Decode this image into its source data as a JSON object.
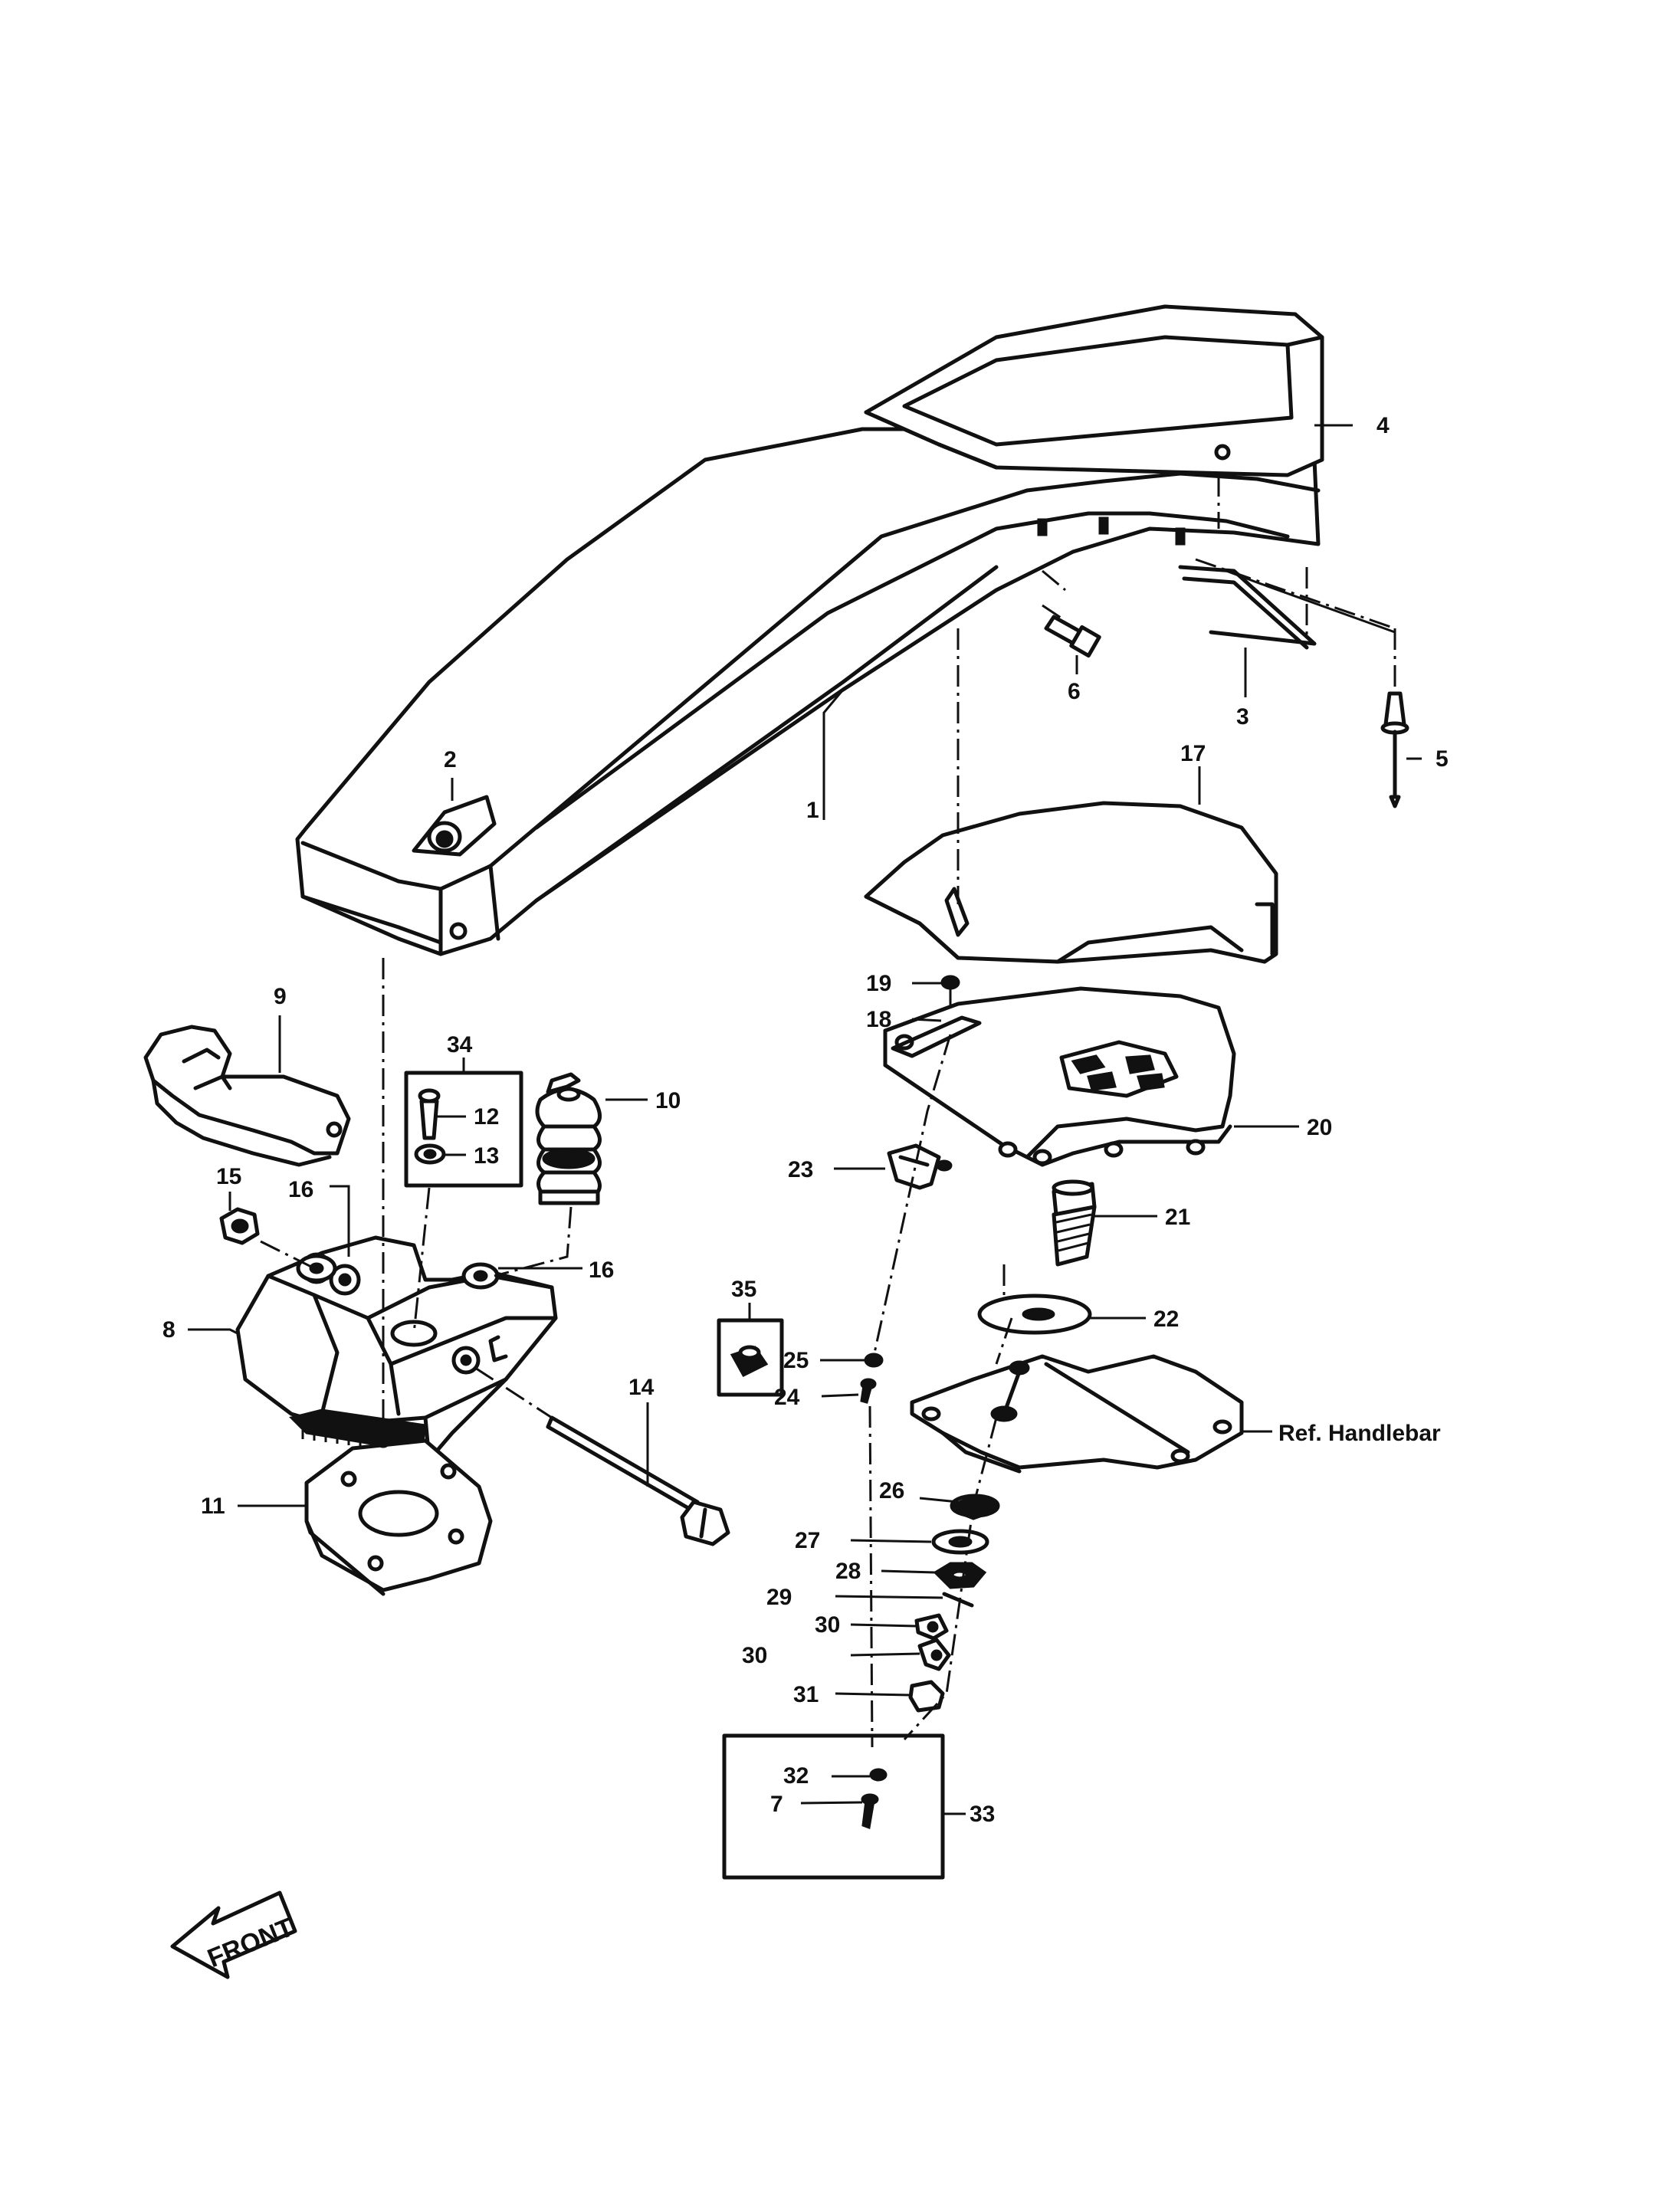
{
  "labels": {
    "p1": "1",
    "p2": "2",
    "p3": "3",
    "p4": "4",
    "p5": "5",
    "p6": "6",
    "p7": "7",
    "p8": "8",
    "p9": "9",
    "p10": "10",
    "p11": "11",
    "p12": "12",
    "p13": "13",
    "p14": "14",
    "p15": "15",
    "p16a": "16",
    "p16b": "16",
    "p17": "17",
    "p18": "18",
    "p19": "19",
    "p20": "20",
    "p21": "21",
    "p22": "22",
    "p23": "23",
    "p24": "24",
    "p25": "25",
    "p26": "26",
    "p27": "27",
    "p28": "28",
    "p29": "29",
    "p30a": "30",
    "p30b": "30",
    "p31": "31",
    "p32": "32",
    "p33": "33",
    "p34": "34",
    "p35": "35"
  },
  "ref_handlebar": "Ref. Handlebar",
  "front_arrow": "FRONT"
}
